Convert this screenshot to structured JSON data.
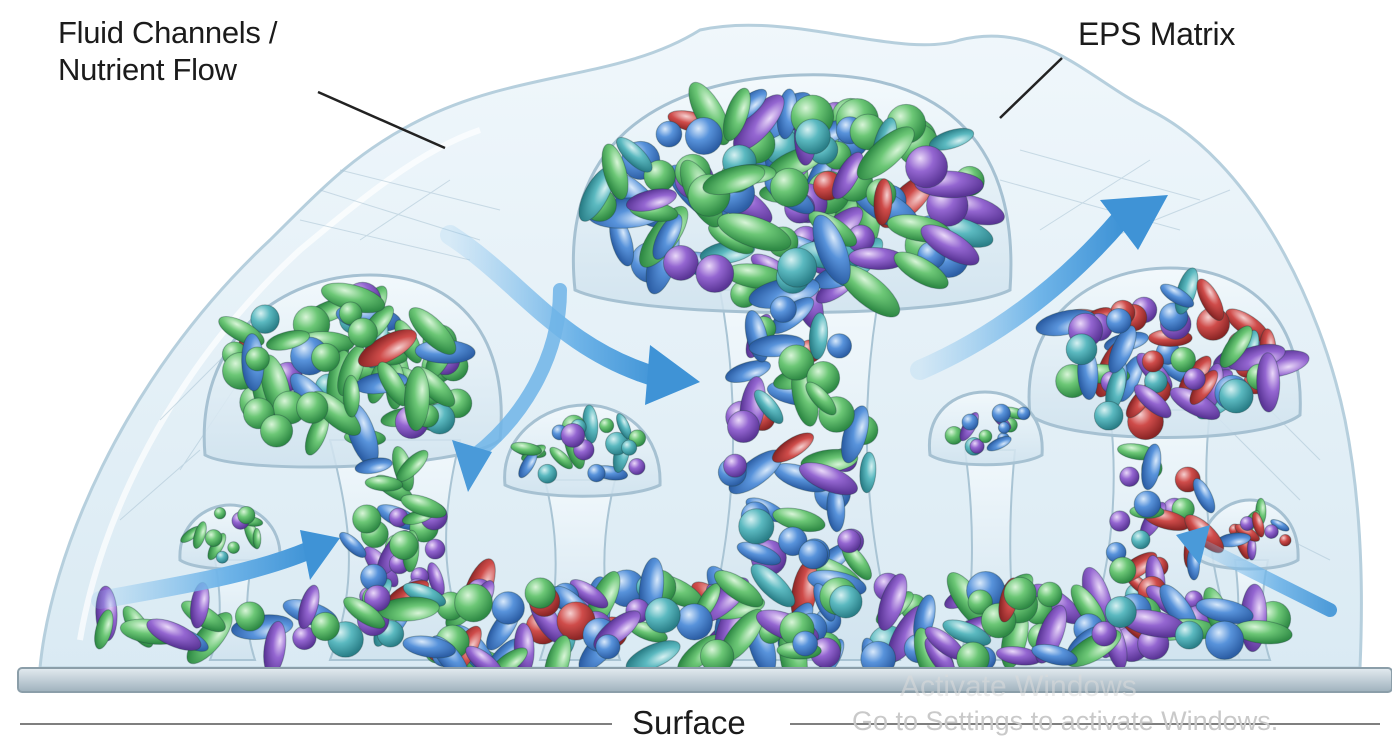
{
  "labels": {
    "fluid_line1": "Fluid Channels /",
    "fluid_line2": "Nutrient Flow",
    "eps": "EPS Matrix",
    "surface": "Surface"
  },
  "watermark": {
    "title": "Activate Windows",
    "subtitle": "Go to Settings to activate Windows."
  },
  "palette": {
    "green": "#5fbf6a",
    "blue": "#4a86d4",
    "purple": "#8a5bc8",
    "red": "#c8403f",
    "teal": "#4fb0b8",
    "arrow": "#5aa5e0",
    "matrix": "#cfe3ef"
  },
  "icons": [
    "right-arrow-icon",
    "curved-arrow-icon"
  ]
}
